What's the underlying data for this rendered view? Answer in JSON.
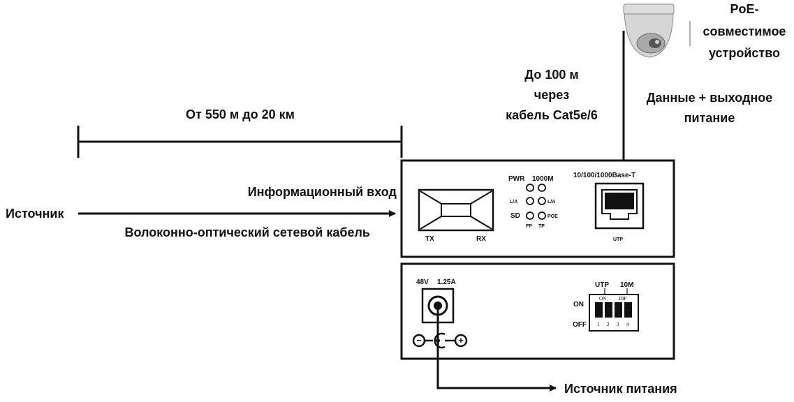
{
  "labels": {
    "distance": "От 550 м до 20 км",
    "source": "Источник",
    "info_input": "Информационный вход",
    "fiber_cable": "Волоконно-оптический сетевой кабель",
    "cat_line1": "До 100 м",
    "cat_line2": "через",
    "cat_line3": "кабель Cat5e/6",
    "poe_line1": "PoE-",
    "poe_line2": "совместимое",
    "poe_line3": "устройство",
    "data_line1": "Данные + выходное",
    "data_line2": "питание",
    "power_source": "Источник питания"
  },
  "front_panel": {
    "tx": "TX",
    "rx": "RX",
    "pwr": "PWR",
    "speed_1000m": "1000M",
    "la_left": "L/A",
    "la_right": "L/A",
    "sd": "SD",
    "fp": "FP",
    "poe": "POE",
    "tp": "TP",
    "port_label": "10/100/1000Base-T",
    "utp": "UTP"
  },
  "rear_panel": {
    "voltage": "48V",
    "current": "1.25A",
    "switch_utp": "UTP",
    "switch_10m": "10M",
    "on": "ON",
    "off": "OFF",
    "dip_on": "ON",
    "dip_dip": "DIP",
    "dip_numbers": [
      "1",
      "2",
      "3",
      "4"
    ],
    "minus": "−",
    "plus": "+"
  }
}
